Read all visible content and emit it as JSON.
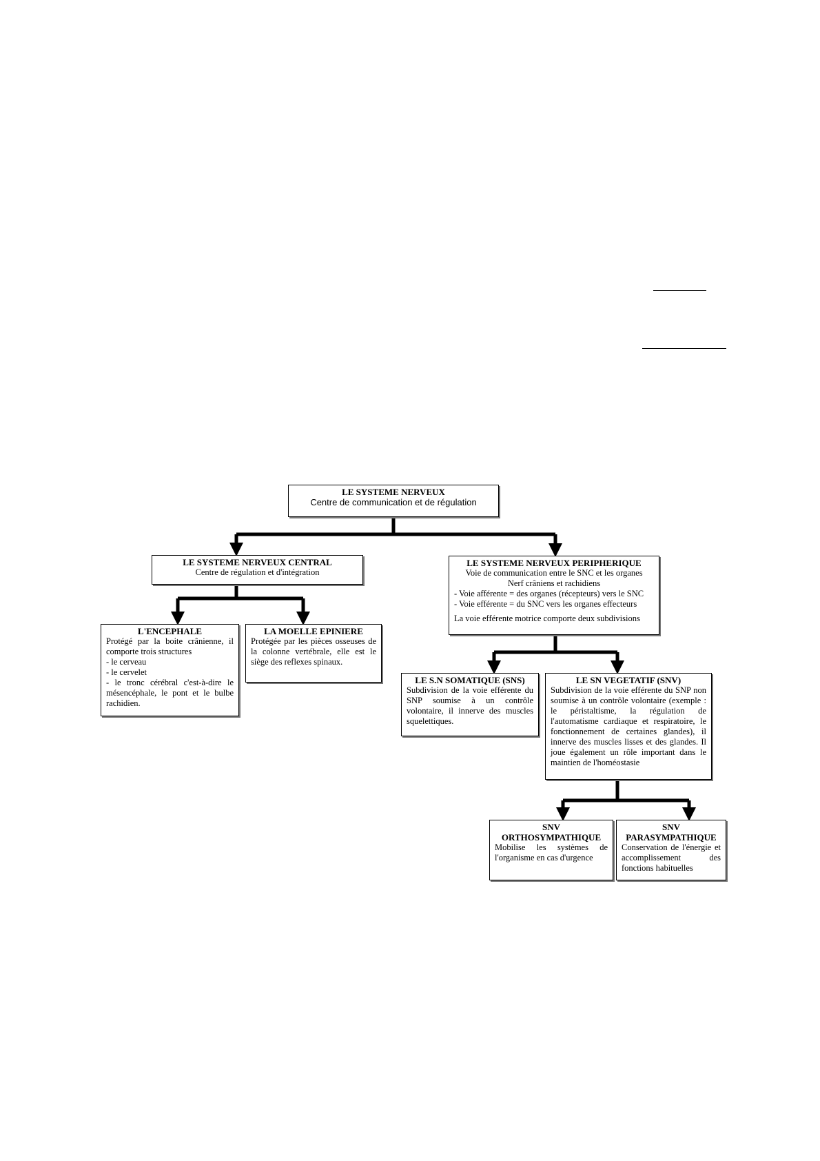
{
  "diagram": {
    "root": {
      "title": "LE SYSTEME NERVEUX",
      "lines": [
        "Centre de communication et de régulation"
      ]
    },
    "snc": {
      "title": "LE SYSTEME NERVEUX CENTRAL",
      "lines": [
        "Centre de régulation et d'intégration"
      ]
    },
    "snp": {
      "title": "LE SYSTEME NERVEUX PERIPHERIQUE",
      "lines": [
        "Voie de communication entre le SNC et les organes",
        "Nerf crâniens et rachidiens"
      ],
      "bullets": [
        "- Voie afférente = des organes (récepteurs) vers le SNC",
        "- Voie efférente = du SNC vers les organes effecteurs"
      ],
      "note": "La voie efférente motrice comporte deux subdivisions"
    },
    "encephale": {
      "title": "L'ENCEPHALE",
      "intro": "Protégé par la boite crânienne, il comporte trois structures",
      "items": [
        "- le cerveau",
        "- le cervelet",
        "- le tronc cérébral c'est-à-dire le mésencéphale, le pont et le bulbe rachidien."
      ]
    },
    "moelle": {
      "title": "LA MOELLE EPINIERE",
      "text": "Protégée par les pièces osseuses de la colonne vertébrale, elle est le siège des reflexes spinaux."
    },
    "sns": {
      "title": "LE S.N SOMATIQUE (SNS)",
      "text": "Subdivision de la voie efférente du SNP soumise à un contrôle volontaire, il innerve des muscles squelettiques."
    },
    "snv": {
      "title": "LE SN VEGETATIF (SNV)",
      "text": "Subdivision de la voie efférente du SNP non soumise à un contrôle volontaire (exemple : le péristaltisme, la régulation de l'automatisme cardiaque et respiratoire, le fonctionnement de certaines glandes), il innerve des muscles lisses et des glandes. Il joue également un rôle important dans le maintien de l'homéostasie"
    },
    "ortho": {
      "title_line1": "SNV",
      "title_line2": "ORTHOSYMPATHIQUE",
      "text": "Mobilise les systèmes de l'organisme en cas d'urgence"
    },
    "para": {
      "title_line1": "SNV",
      "title_line2": "PARASYMPATHIQUE",
      "text": "Conservation de l'énergie et accomplissement des fonctions habituelles"
    }
  }
}
